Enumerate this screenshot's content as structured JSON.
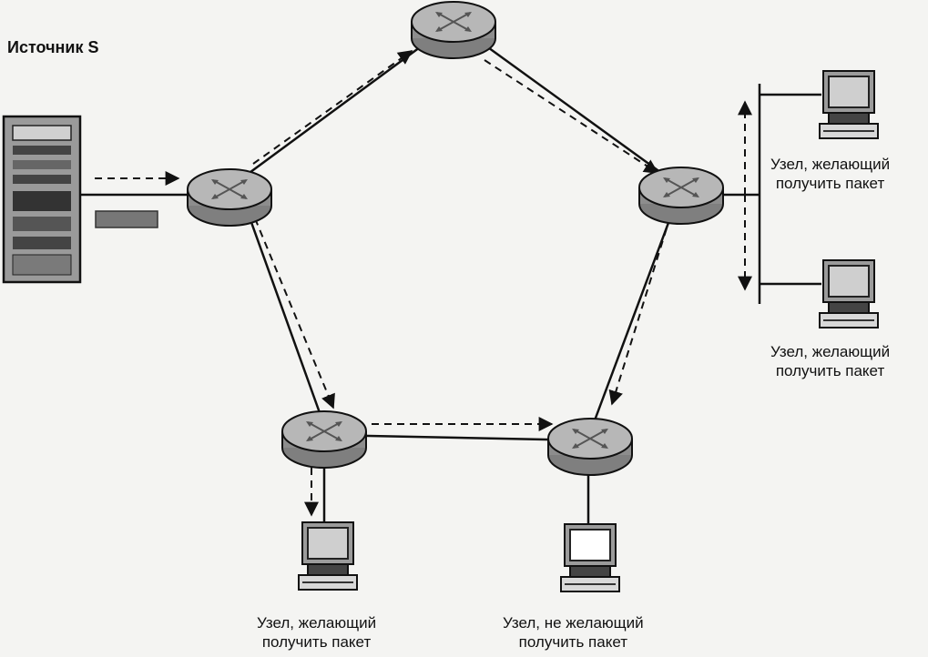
{
  "source_label": "Источник S",
  "nodes": {
    "top_right_receiver": {
      "line1": "Узел, желающий",
      "line2": "получить пакет"
    },
    "mid_right_receiver": {
      "line1": "Узел, желающий",
      "line2": "получить пакет"
    },
    "bottom_left_receiver": {
      "line1": "Узел, желающий",
      "line2": "получить пакет"
    },
    "bottom_right_non_receiver": {
      "line1": "Узел, не желающий",
      "line2": "получить пакет"
    }
  },
  "colors": {
    "router_body": "#8d8d8d",
    "router_top": "#b7b7b7",
    "line": "#111111",
    "server_body": "#9a9a9a",
    "packet": "#777777"
  }
}
